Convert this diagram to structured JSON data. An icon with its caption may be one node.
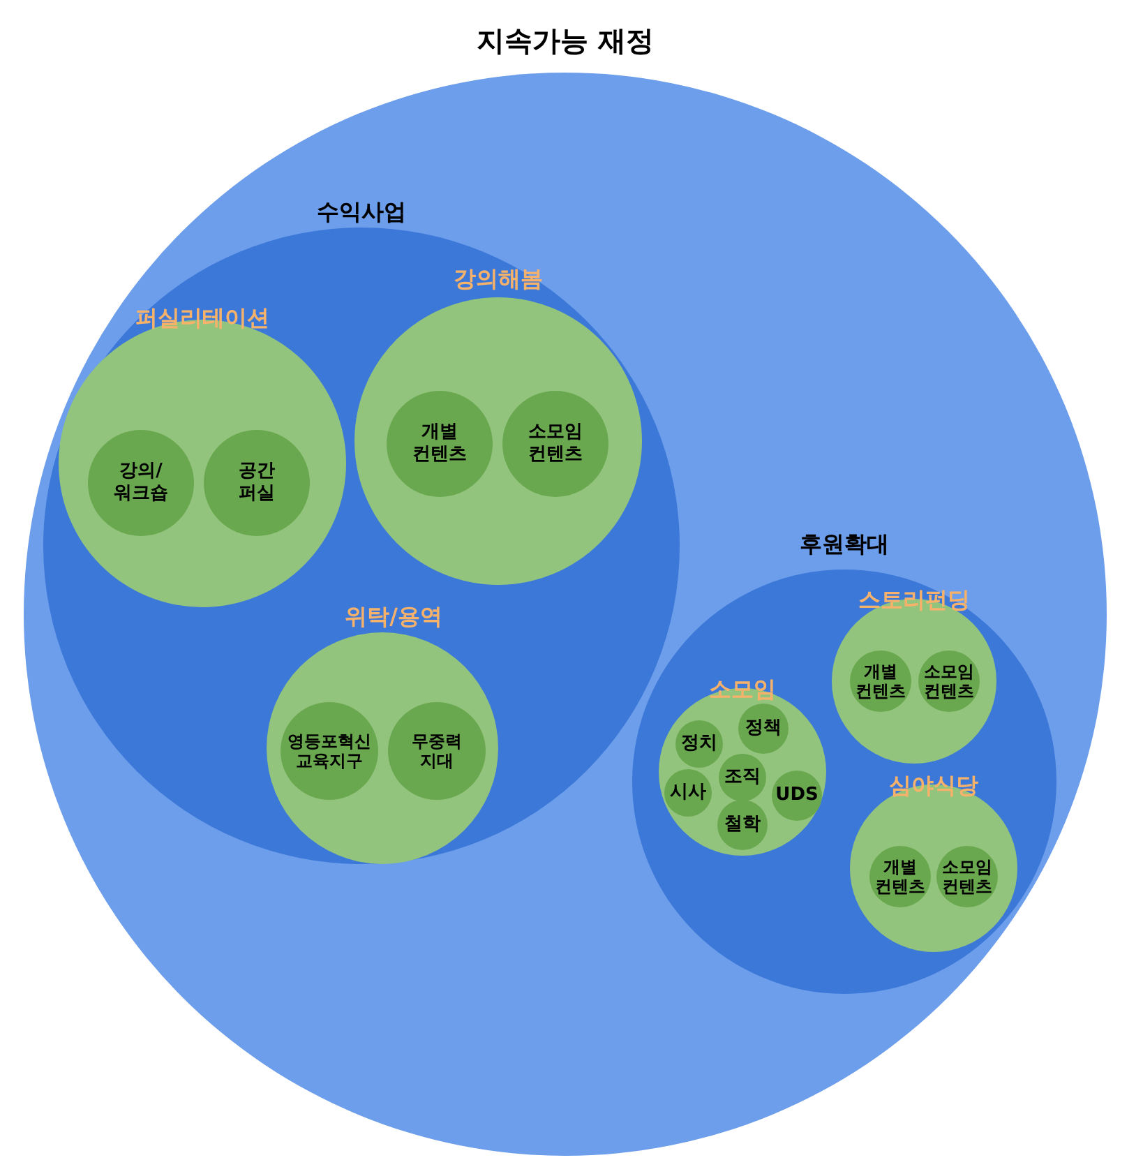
{
  "diagram": {
    "nodes": [
      {
        "text": [
          "지속가능 재정"
        ]
      },
      {
        "text": [
          "수익사업"
        ],
        "in": 0
      },
      {
        "text": [
          "퍼실리테이션"
        ],
        "in": 1
      },
      {
        "text": [
          "강의/워크숍"
        ],
        "in": 2
      },
      {
        "text": [
          "공간 퍼실"
        ],
        "in": 2
      },
      {
        "text": [
          "강의해봄"
        ],
        "in": 1
      },
      {
        "text": [
          "개별 컨텐츠"
        ],
        "in": 5
      },
      {
        "text": [
          "소모임 컨텐츠"
        ],
        "in": 5
      },
      {
        "text": [
          "위탁/용역"
        ],
        "in": 1
      },
      {
        "text": [
          "영등포혁신 교육지구"
        ],
        "in": 8
      },
      {
        "text": [
          "무중력 지대"
        ],
        "in": 8
      },
      {
        "text": [
          "후원확대"
        ],
        "in": 0
      },
      {
        "text": [
          "소모임"
        ],
        "in": 11
      },
      {
        "text": [
          "정치"
        ],
        "in": 12
      },
      {
        "text": [
          "정책"
        ],
        "in": 12
      },
      {
        "text": [
          "조직"
        ],
        "in": 12
      },
      {
        "text": [
          "시사"
        ],
        "in": 12
      },
      {
        "text": [
          "UDS"
        ],
        "in": 12
      },
      {
        "text": [
          "철학"
        ],
        "in": 12
      },
      {
        "text": [
          "스토리펀딩"
        ],
        "in": 11
      },
      {
        "text": [
          "개별 컨텐츠"
        ],
        "in": 19
      },
      {
        "text": [
          "소모임 컨텐츠"
        ],
        "in": 19
      },
      {
        "text": [
          "심야식당"
        ],
        "in": 11
      },
      {
        "text": [
          "개별 컨텐츠"
        ],
        "in": 22
      },
      {
        "text": [
          "소모임 컨텐츠"
        ],
        "in": 22
      }
    ]
  }
}
